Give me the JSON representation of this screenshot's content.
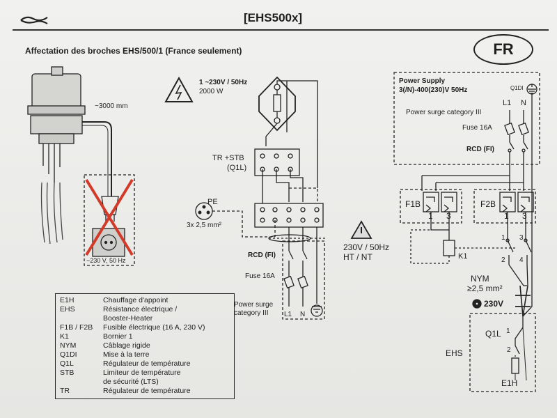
{
  "header": {
    "title": "[EHS500x]",
    "subtitle": "Affectation des broches EHS/500/1  (France seulement)",
    "country_badge": "FR"
  },
  "device": {
    "cable_length": "~3000 mm",
    "socket_label": "~230 V, 50 Hz"
  },
  "heater_block": {
    "supply": "1 ~230V / 50Hz",
    "power": "2000 W",
    "tr_stb": "TR +STB",
    "q1l": "(Q1L)",
    "pe": "PE",
    "cable": "3x 2,5 mm²",
    "rcd": "RCD (FI)",
    "fuse": "Fuse 16A",
    "surge_line1": "Power surge",
    "surge_line2": "category III",
    "l1": "L1",
    "n": "N"
  },
  "middle": {
    "voltage": "230V / 50Hz",
    "tariff": "HT / NT"
  },
  "power_supply": {
    "title": "Power Supply",
    "spec": "3(/N)-400(230)V 50Hz",
    "q1di": "Q1DI",
    "l1": "L1",
    "n": "N",
    "surge": "Power surge category III",
    "fuse": "Fuse 16A",
    "rcd": "RCD (FI)"
  },
  "right_circuit": {
    "f1b": "F1B",
    "f2b": "F2B",
    "t1": "1",
    "t3": "3",
    "t1b": "1",
    "t3b": "3",
    "k1": "K1",
    "c1": "1",
    "c3": "3",
    "c2": "2",
    "c4": "4",
    "nym": "NYM",
    "nym_size": "≥2,5 mm²",
    "v230": "230V",
    "q1l": "Q1L",
    "q1l_1": "1",
    "q1l_2": "2",
    "ehs": "EHS",
    "e1h": "E1H"
  },
  "legend": [
    {
      "code": "E1H",
      "desc": "Chauffage d'appoint"
    },
    {
      "code": "EHS",
      "desc": "Résistance électrique /"
    },
    {
      "code": "",
      "desc": "Booster-Heater"
    },
    {
      "code": "F1B / F2B",
      "desc": "Fusible électrique (16 A, 230 V)"
    },
    {
      "code": "K1",
      "desc": "Bornier 1"
    },
    {
      "code": "NYM",
      "desc": "Câblage rigide"
    },
    {
      "code": "Q1DI",
      "desc": "Mise à la terre"
    },
    {
      "code": "Q1L",
      "desc": "Régulateur de température"
    },
    {
      "code": "STB",
      "desc": "Limiteur de température"
    },
    {
      "code": "",
      "desc": "de sécurité (LTS)"
    },
    {
      "code": "TR",
      "desc": "Régulateur de température"
    }
  ]
}
